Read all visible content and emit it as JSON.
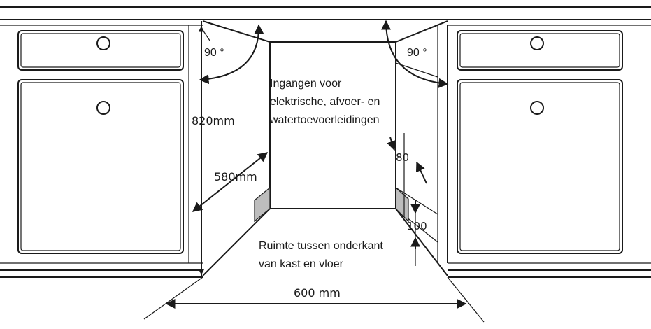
{
  "diagram": {
    "angle_left": "90 °",
    "angle_right": "90 °",
    "height_label": "820mm",
    "depth_label": "580mm",
    "width_label": "600 mm",
    "dim_80": "80",
    "dim_100": "100",
    "entries_label": [
      "Ingangen voor",
      "elektrische, afvoer- en",
      "watertoevoerleidingen"
    ],
    "floor_gap_label": [
      "Ruimte tussen onderkant",
      "van kast en vloer"
    ]
  },
  "colors": {
    "line": "#1a1a1a",
    "shade": "#bdbdbd",
    "background": "#ffffff"
  }
}
